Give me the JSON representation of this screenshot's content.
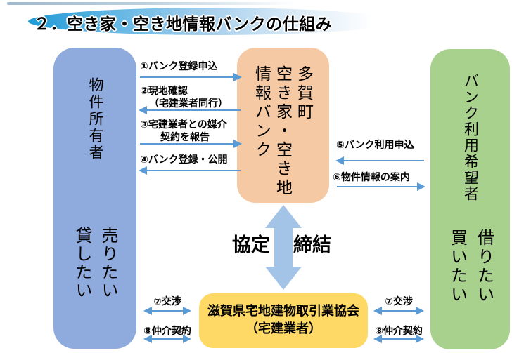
{
  "title": "２．空き家・空き地情報バンクの仕組み",
  "boxes": {
    "owner": {
      "title": "物件所有者",
      "wish": "売りたい\n貸したい"
    },
    "bank": {
      "title": "多賀町\n空き家・空き地\n情報バンク"
    },
    "seeker": {
      "title": "バンク利用希望者",
      "wish": "借りたい\n買いたい"
    },
    "association": {
      "line1": "滋賀県宅地建物取引業協会",
      "line2": "（宅建業者）"
    }
  },
  "flows_left": [
    {
      "label": "①バンク登録申込",
      "direction": "to-bank"
    },
    {
      "label": "②現地確認",
      "label2": "（宅建業者同行）",
      "direction": "to-owner"
    },
    {
      "label": "③宅建業者との媒介",
      "label2": "契約を報告",
      "direction": "to-bank"
    },
    {
      "label": "④バンク登録・公開",
      "direction": "to-owner"
    }
  ],
  "flows_right": [
    {
      "label": "⑤バンク利用申込",
      "direction": "to-bank"
    },
    {
      "label": "⑥物件情報の案内",
      "direction": "to-seeker"
    }
  ],
  "agreement": {
    "word1": "協定",
    "word2": "締結"
  },
  "broker_flows": {
    "negotiate": "⑦交渉",
    "contract": "⑧仲介契約"
  },
  "colors": {
    "owner_box": "#8FAADC",
    "bank_box": "#F5C9A4",
    "seeker_box": "#A9D18E",
    "association_box": "#FFD966",
    "thin_arrow": "#5B9BD5",
    "big_arrow": "#A3C4E6",
    "title_gradient_start": "#1F9AD6"
  }
}
